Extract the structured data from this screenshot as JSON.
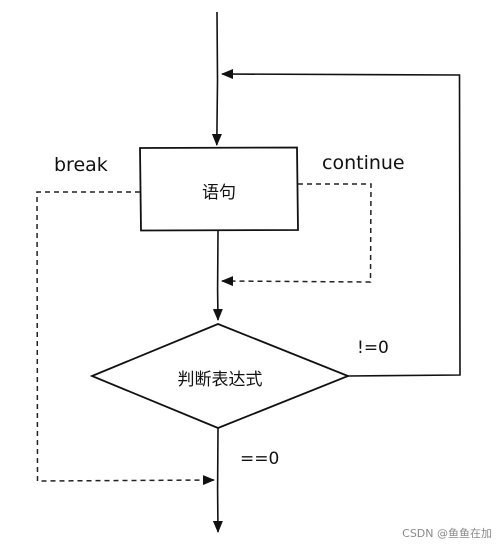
{
  "nodes": {
    "statement": "语句",
    "expression": "判断表达式"
  },
  "edge_labels": {
    "break": "break",
    "continue": "continue",
    "not_zero": "!=0",
    "equals_zero": "==0"
  },
  "watermark": "CSDN @鱼鱼在加",
  "colors": {
    "line": "#111111",
    "dashed": "#222222",
    "background": "#ffffff"
  }
}
